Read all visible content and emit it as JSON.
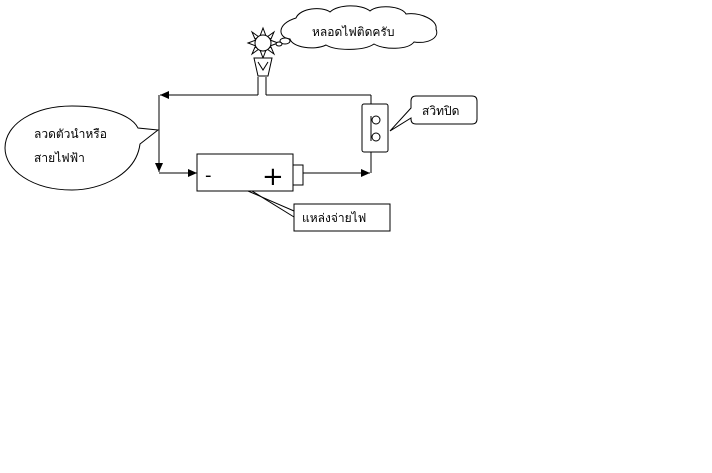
{
  "labels": {
    "bulb_on": "หลอดไฟติดครับ",
    "switch": "สวิทปิด",
    "wire_line1": "ลวดตัวนำหรือ",
    "wire_line2": "สายไฟฟ้า",
    "power_source": "แหล่งจ่ายไฟ"
  },
  "battery": {
    "minus": "-",
    "plus": "+"
  },
  "icons": {
    "bulb": "light-bulb-icon",
    "switch": "switch-icon",
    "battery": "battery-icon"
  }
}
